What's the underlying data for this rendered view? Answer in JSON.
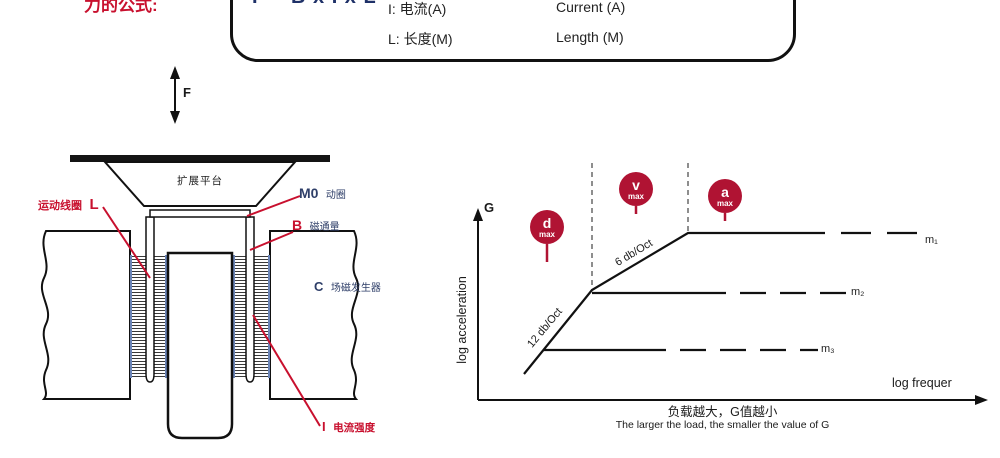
{
  "formula_box": {
    "label_fragment": "力的公式:",
    "formula_fragment": "F = B x I x L",
    "rows": [
      {
        "cn": "I: 电流(A)",
        "en": "Current (A)"
      },
      {
        "cn": "L: 长度(M)",
        "en": "Length (M)"
      }
    ]
  },
  "shaker": {
    "force_label": "F",
    "platform_label": "扩展平台",
    "labels": {
      "moving_coil": {
        "text": "运动线圈",
        "symbol": "L"
      },
      "m0": {
        "symbol": "M0",
        "text": "动圈"
      },
      "b": {
        "symbol": "B",
        "text": "磁通量"
      },
      "c": {
        "symbol": "C",
        "text": "场磁发生器"
      },
      "i": {
        "symbol": "I",
        "text": "电流强度"
      }
    }
  },
  "chart": {
    "y_corner_label": "G",
    "ylabel": "log acceleration",
    "xlabel": "log frequer",
    "slope_labels": [
      "12 db/Oct",
      "6 db/Oct"
    ],
    "badges": [
      {
        "letter": "d",
        "sub": "max"
      },
      {
        "letter": "v",
        "sub": "max"
      },
      {
        "letter": "a",
        "sub": "max"
      }
    ],
    "mass_labels": [
      "m₁",
      "m₂",
      "m₃"
    ],
    "caption_cn": "负载越大，G值越小",
    "caption_en": "The larger the load, the smaller the value of G"
  },
  "chart_data": {
    "type": "line",
    "title": "",
    "xlabel": "log frequer",
    "ylabel": "log acceleration",
    "y_corner_label": "G",
    "grid": false,
    "slopes": [
      "12 db/Oct",
      "6 db/Oct"
    ],
    "markers": [
      "d max",
      "v max",
      "a max"
    ],
    "series": [
      {
        "name": "m₁",
        "plateau_level": "high"
      },
      {
        "name": "m₂",
        "plateau_level": "middle"
      },
      {
        "name": "m₃",
        "plateau_level": "low"
      }
    ],
    "annotation_cn": "负载越大，G值越小",
    "annotation_en": "The larger the load, the smaller the value of G"
  },
  "colors": {
    "accent_red": "#c8102e",
    "badge_red": "#b01333",
    "label_blue": "#2e3e68",
    "line_black": "#111111"
  }
}
